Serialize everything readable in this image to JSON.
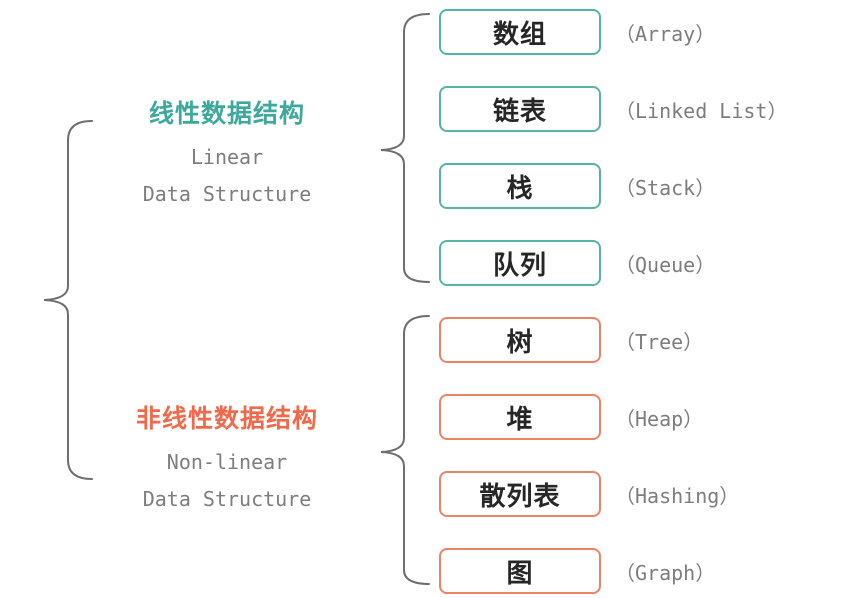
{
  "colors": {
    "teal": "#3CA99C",
    "teal_border": "#56B4A7",
    "orange": "#F2694A",
    "orange_border": "#F08264",
    "gray_text": "#7D7D7D",
    "brace": "#6E6E6E",
    "box_text": "#262626",
    "bg": "#FFFFFF"
  },
  "groups": [
    {
      "id": "linear",
      "title_zh": "线性数据结构",
      "title_en_line1": "Linear",
      "title_en_line2": "Data Structure",
      "accent": "#3CA99C",
      "items": [
        {
          "zh": "数组",
          "en": "（Array）"
        },
        {
          "zh": "链表",
          "en": "（Linked List）"
        },
        {
          "zh": "栈",
          "en": "（Stack）"
        },
        {
          "zh": "队列",
          "en": "（Queue）"
        }
      ]
    },
    {
      "id": "nonlinear",
      "title_zh": "非线性数据结构",
      "title_en_line1": "Non-linear",
      "title_en_line2": "Data Structure",
      "accent": "#F2694A",
      "items": [
        {
          "zh": "树",
          "en": "（Tree）"
        },
        {
          "zh": "堆",
          "en": "（Heap）"
        },
        {
          "zh": "散列表",
          "en": "（Hashing）"
        },
        {
          "zh": "图",
          "en": "（Graph）"
        }
      ]
    }
  ]
}
